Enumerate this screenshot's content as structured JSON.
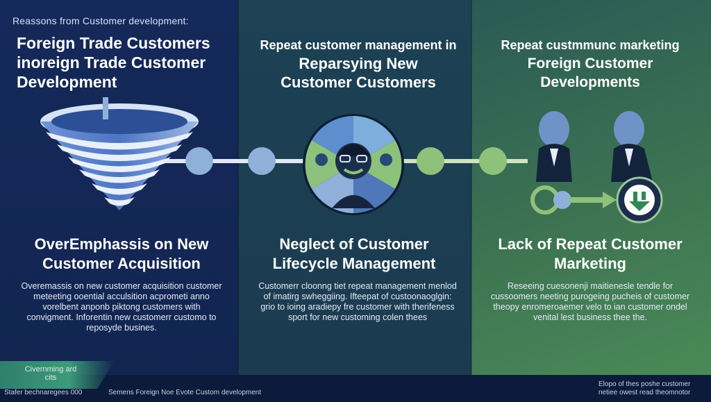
{
  "header": {
    "kicker": "Reassons from Customer development:",
    "left_title": "Foreign Trade Customers inoreign Trade Customer Development",
    "mid_line1": "Repeat customer management in",
    "mid_line2": "Reparsying New",
    "mid_line3": "Customer Customers",
    "right_line1": "Repeat custmmunc marketing",
    "right_line2": "Foreign Customer",
    "right_line3": "Developments"
  },
  "sections": [
    {
      "title": "OverEmphassis on New Customer Acquisition",
      "desc": "Overemassis on new customer acquisition customer meteeting ooential acculsition acprometi anno vorelbent anponb piktong customers with convigment. Inforentin new customerr customo to reposyde busines."
    },
    {
      "title": "Neglect of Customer Lifecycle Management",
      "desc": "Customerr cloonng tiet repeat management menlod of imatirg swheggiing. Ifteepat of custoonaoglgin: grio to ioing aradiepy fre customer with therifeness sport for new customing colen thees"
    },
    {
      "title": "Lack of Repeat Customer Marketing",
      "desc": "Reseeing cuesonenji maitienesle tendle for cussoomers neeting purogeing pucheis of customer theopy enromeroaemer velo to ian customer ondel venital lest business thee the."
    }
  ],
  "footer": {
    "badge": "Civernming ard cits",
    "left": "Stafer bechnaregees 000",
    "mid": "Semens Foreign Noe Evote Custom development",
    "right": "Elopo of thes poshe customer netiee owest read theomnotor"
  },
  "colors": {
    "panel_left": "#15295a",
    "panel_mid": "#1d4254",
    "panel_right": "#3d7352",
    "node_blue": "#8fb0d8",
    "node_green": "#8ec27a",
    "funnel_blue": "#4f75c2"
  },
  "icons": [
    "funnel-icon",
    "customer-lifecycle-wheel-icon",
    "person-icon",
    "person-icon",
    "cycle-arrow-icon",
    "download-badge-icon"
  ]
}
